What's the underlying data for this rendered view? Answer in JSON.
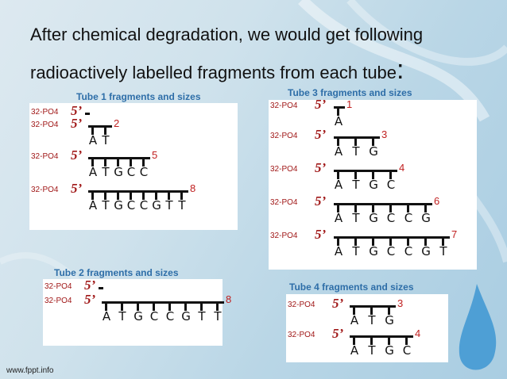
{
  "title": {
    "line1": "After chemical degradation, we would get following",
    "line2": "radioactively labelled fragments from each tube",
    "colon": ":"
  },
  "labels": {
    "tube1": "Tube 1 fragments and sizes",
    "tube2": "Tube 2 fragments and sizes",
    "tube3": "Tube 3 fragments and sizes",
    "tube4": "Tube 4 fragments and sizes"
  },
  "prefix": "32-PO4",
  "five_prime": "5’",
  "footer": "www.fppt.info",
  "tube1": {
    "fragments": [
      {
        "bases": [],
        "size": ""
      },
      {
        "bases": [
          "A",
          "T"
        ],
        "size": "2"
      },
      {
        "bases": [
          "A",
          "T",
          "G",
          "C",
          "C"
        ],
        "size": "5"
      },
      {
        "bases": [
          "A",
          "T",
          "G",
          "C",
          "C",
          "G",
          "T",
          "T"
        ],
        "size": "8"
      }
    ]
  },
  "tube2": {
    "fragments": [
      {
        "bases": [],
        "size": ""
      },
      {
        "bases": [
          "A",
          "T",
          "G",
          "C",
          "C",
          "G",
          "T",
          "T"
        ],
        "size": "8"
      }
    ]
  },
  "tube3": {
    "fragments": [
      {
        "bases": [
          "A"
        ],
        "size": "1"
      },
      {
        "bases": [
          "A",
          "T",
          "G"
        ],
        "size": "3"
      },
      {
        "bases": [
          "A",
          "T",
          "G",
          "C"
        ],
        "size": "4"
      },
      {
        "bases": [
          "A",
          "T",
          "G",
          "C",
          "C",
          "G"
        ],
        "size": "6"
      },
      {
        "bases": [
          "A",
          "T",
          "G",
          "C",
          "C",
          "G",
          "T"
        ],
        "size": "7"
      }
    ]
  },
  "tube4": {
    "fragments": [
      {
        "bases": [
          "A",
          "T",
          "G"
        ],
        "size": "3"
      },
      {
        "bases": [
          "A",
          "T",
          "G",
          "C"
        ],
        "size": "4"
      }
    ]
  }
}
